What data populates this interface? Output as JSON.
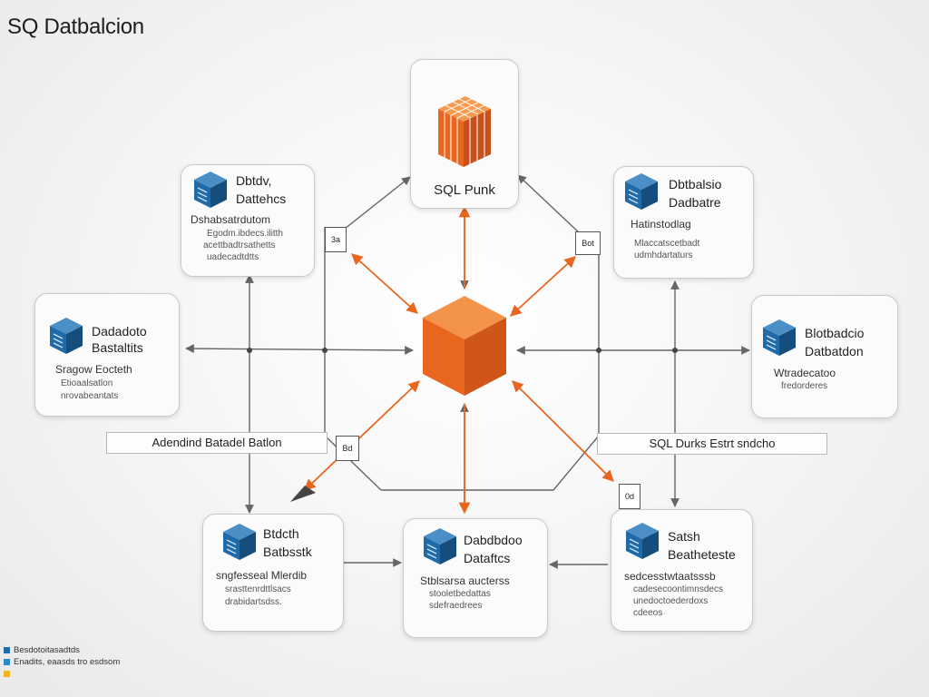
{
  "title": "SQ Datbalcion",
  "colors": {
    "orange": "#e9661e",
    "blue": "#1f6aa8",
    "gray_line": "#666666",
    "yellow": "#f1b41c"
  },
  "top_node": {
    "label": "SQL Punk",
    "icon": "stacked-grid-cube-icon"
  },
  "center_node": {
    "icon": "orange-cube-icon"
  },
  "nodes": {
    "top_left": {
      "title": "Dbtdv,",
      "title2": "Dattehcs",
      "sub": "Dshabsatrdutom",
      "lines": [
        "Egodm.ibdecs.ilitth",
        "acettbadtrsathetts",
        "uadecadtdtts"
      ]
    },
    "top_right": {
      "title": "Dbtbalsio",
      "title2": "Dadbatre",
      "sub": "Hatinstodlag",
      "lines": [
        "Mlaccatscetbadt",
        "udmhdartaturs"
      ]
    },
    "mid_left": {
      "title": "Dadadoto",
      "title2": "Bastaltits",
      "sub": "Sragow Eocteth",
      "lines": [
        "Etioaalsatlon",
        "nrovabeantats"
      ]
    },
    "mid_right": {
      "title": "Blotbadcio",
      "title2": "Datbatdon",
      "sub": "Wtradecatoo",
      "lines": [
        "fredorderes"
      ]
    },
    "bottom_left": {
      "title": "Btdcth",
      "title2": "Batbsstk",
      "sub": "sngfesseal Mlerdib",
      "lines": [
        "srasttenrdttlsacs",
        "drabidartsdss."
      ]
    },
    "bottom_center": {
      "title": "Dabdbdoo",
      "title2": "Dataftcs",
      "sub": "Stblsarsa aucterss",
      "lines": [
        "stooletbedattas",
        "sdefraedrees"
      ]
    },
    "bottom_right": {
      "title": "Satsh",
      "title2": "Beatheteste",
      "sub": "sedcesstwtaatsssb",
      "lines": [
        "cadesecoontimnsdecs",
        "unedoctoederdoxs",
        "cdeeos"
      ]
    }
  },
  "tags": {
    "left": "Adendind Batadel Batlon",
    "right": "SQL Durks Estrt sndcho"
  },
  "mini_labels": [
    "3a",
    "Bot",
    "Bd",
    "0d"
  ],
  "legend": [
    {
      "color": "#1f6aa8",
      "text": "Besdotoitasadtds"
    },
    {
      "color": "#2a8ac6",
      "text": "Enadits, eaasds tro esdsom"
    },
    {
      "color": "#f1b41c",
      "text": ""
    }
  ]
}
